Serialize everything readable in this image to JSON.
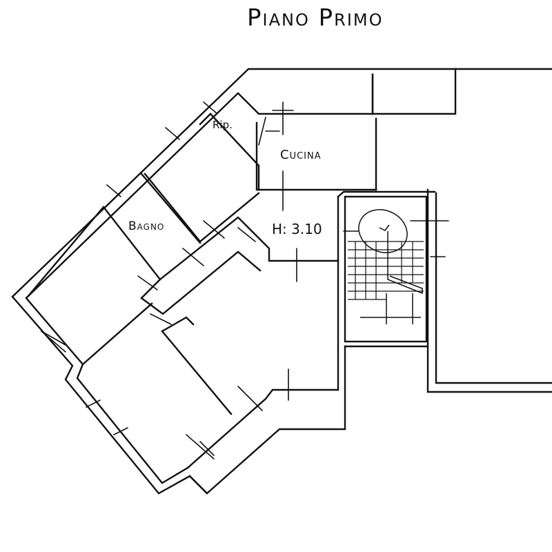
{
  "title": "Piano Primo",
  "rooms": {
    "ripostiglio": "Rip.",
    "cucina": "Cucina",
    "bagno": "Bagno",
    "height": "H: 3.10"
  }
}
